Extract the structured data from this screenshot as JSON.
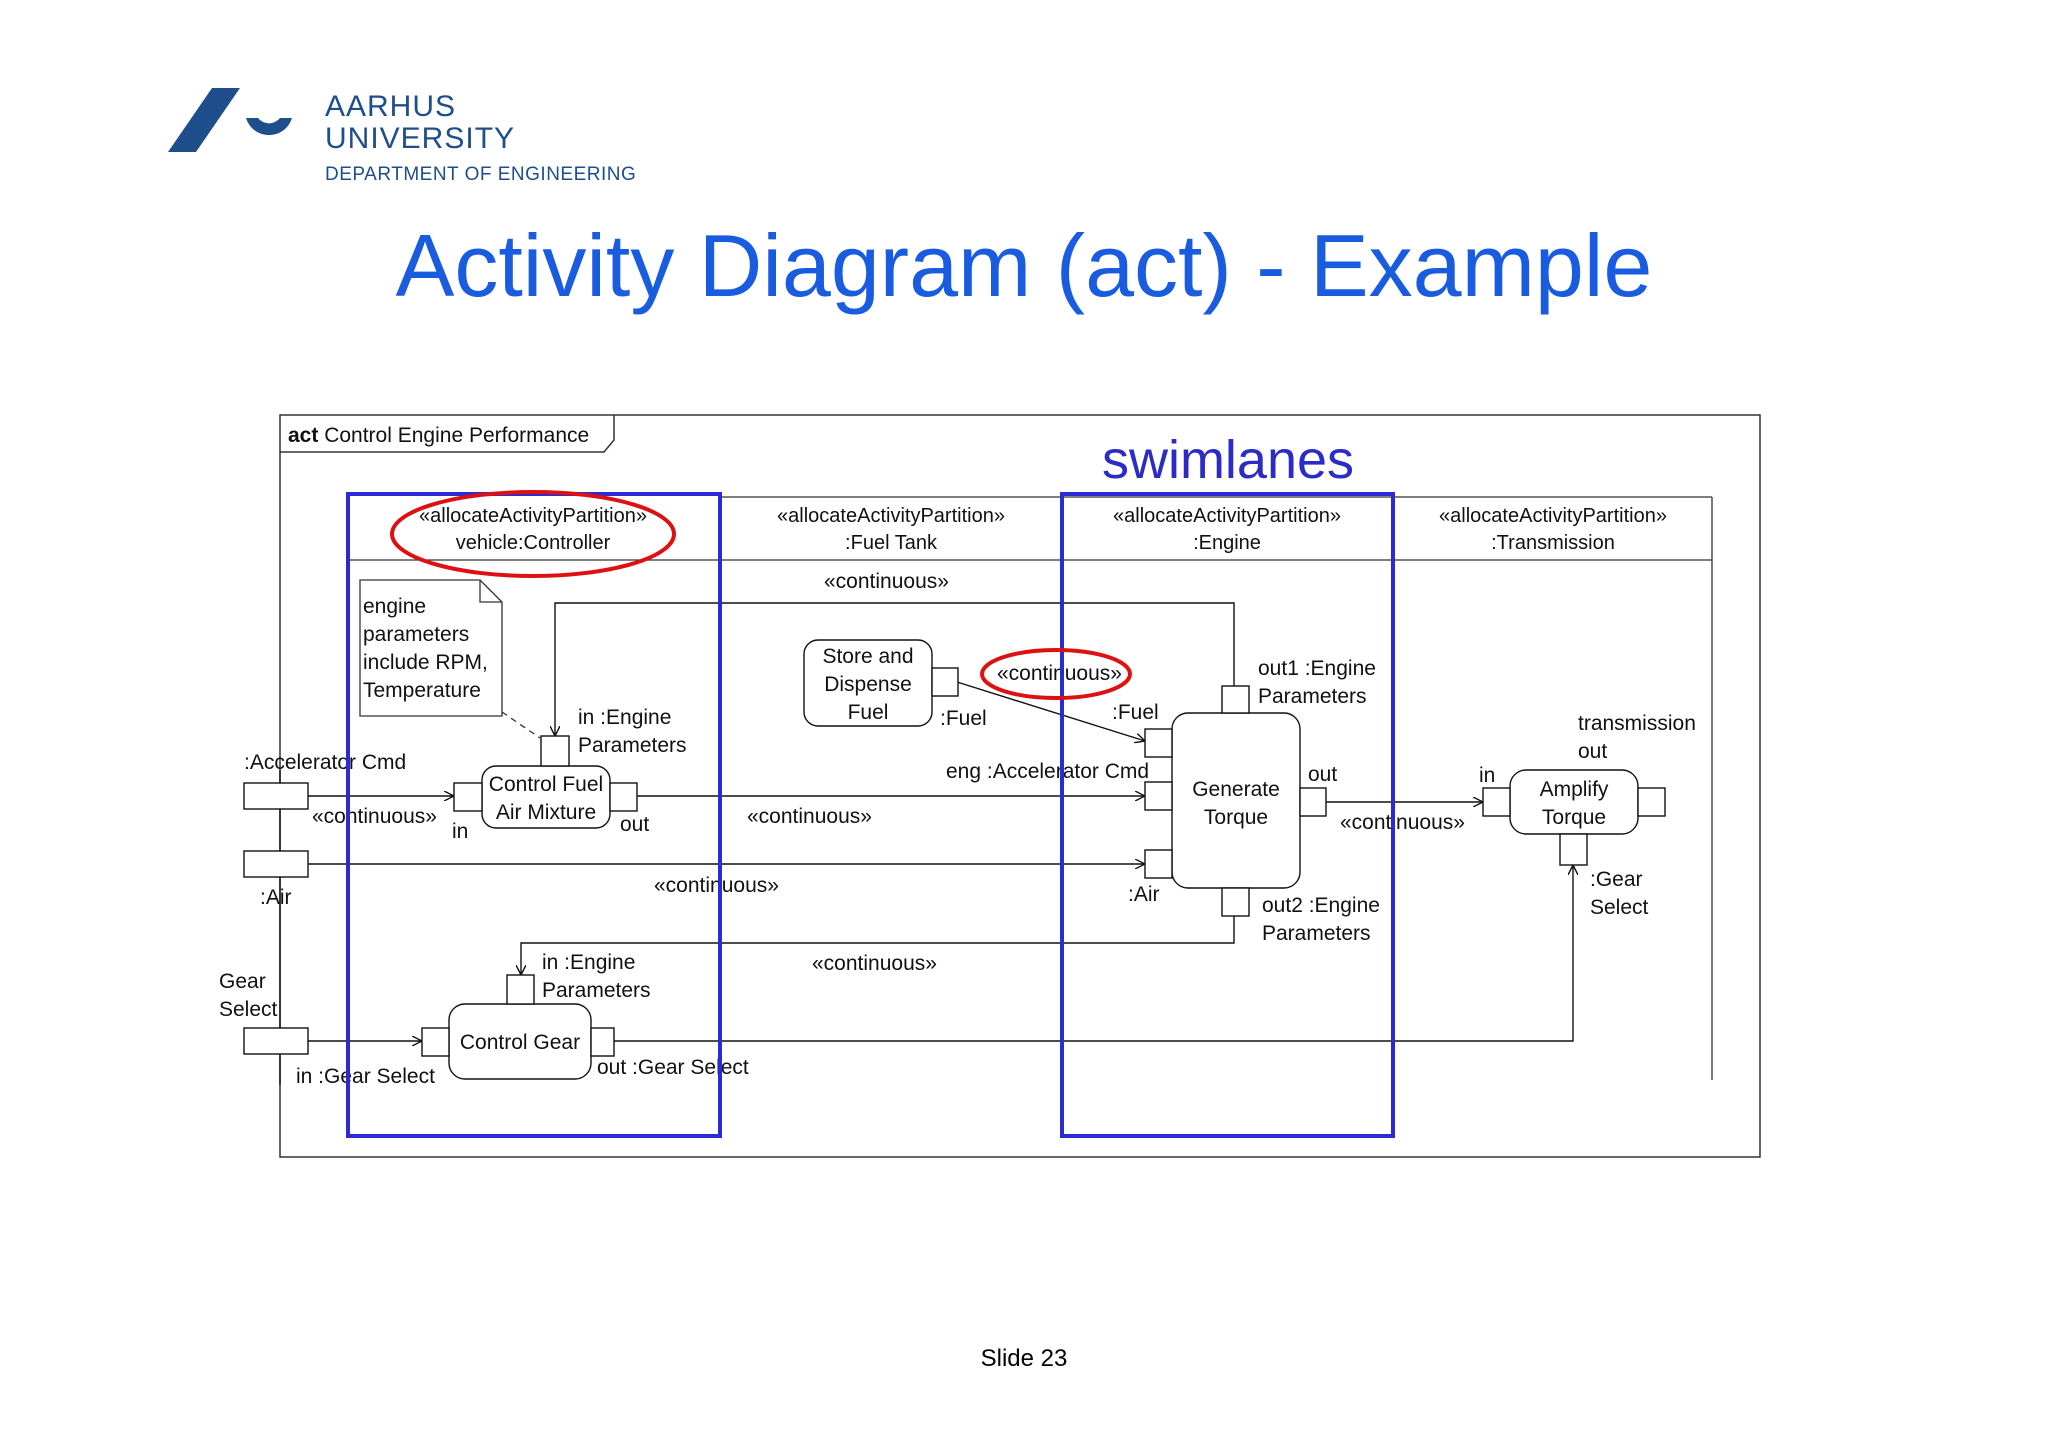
{
  "logo": {
    "line1": "AARHUS",
    "line2": "UNIVERSITY",
    "line3": "DEPARTMENT OF ENGINEERING",
    "color": "#1f4e8c"
  },
  "title": "Activity Diagram (act) - Example",
  "annotation": "swimlanes",
  "frame": {
    "keyword": "act",
    "name": "Control Engine Performance"
  },
  "partitions": [
    {
      "stereotype": "«allocateActivityPartition»",
      "name": "vehicle:Controller"
    },
    {
      "stereotype": "«allocateActivityPartition»",
      "name": ":Fuel Tank"
    },
    {
      "stereotype": "«allocateActivityPartition»",
      "name": ":Engine"
    },
    {
      "stereotype": "«allocateActivityPartition»",
      "name": ":Transmission"
    }
  ],
  "note": [
    "engine",
    "parameters",
    "include RPM,",
    "Temperature"
  ],
  "actions": {
    "control_fuel": [
      "Control Fuel",
      "Air Mixture"
    ],
    "store_fuel": [
      "Store and",
      "Dispense",
      "Fuel"
    ],
    "generate_torque": [
      "Generate",
      "Torque"
    ],
    "amplify_torque": [
      "Amplify",
      "Torque"
    ],
    "control_gear": "Control Gear"
  },
  "pins": {
    "accel_cmd": ":Accelerator Cmd",
    "air": ":Air",
    "gear_select_left": [
      "Gear",
      "Select"
    ],
    "in_engine_params_1": [
      "in :Engine",
      "Parameters"
    ],
    "in": "in",
    "out": "out",
    "fuel_out": ":Fuel",
    "fuel_in": ":Fuel",
    "eng_accel": "eng :Accelerator Cmd",
    "air_in": ":Air",
    "out1": [
      "out1 :Engine",
      "Parameters"
    ],
    "out2": [
      "out2 :Engine",
      "Parameters"
    ],
    "gt_out": "out",
    "transmission_out": [
      "transmission",
      "out"
    ],
    "at_in": "in",
    "gear_select_right": [
      ":Gear",
      "Select"
    ],
    "in_engine_params_2": [
      "in :Engine",
      "Parameters"
    ],
    "out_gear_select": "out :Gear Select",
    "in_gear_select": "in :Gear Select"
  },
  "flows": {
    "continuous": "«continuous»"
  },
  "colors": {
    "title": "#1a5ce0",
    "swimlane_box": "#2b2bd6",
    "highlight_ellipse": "#dd1111",
    "swimlanes_label": "#2b2bc8"
  },
  "slide_number": "Slide 23"
}
